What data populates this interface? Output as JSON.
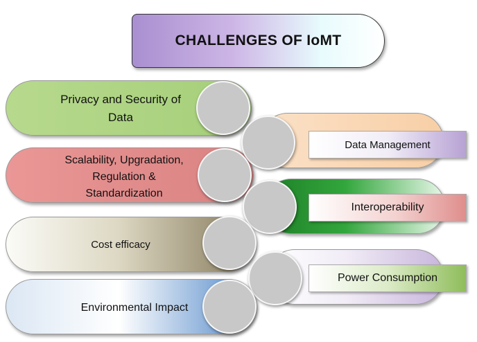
{
  "title": "CHALLENGES OF IoMT",
  "left_items": [
    {
      "lines": [
        "Privacy and Security of",
        "Data"
      ]
    },
    {
      "lines": [
        "Scalability, Upgradation,",
        "Regulation &",
        "Standardization"
      ]
    },
    {
      "lines": [
        "Cost efficacy"
      ]
    },
    {
      "lines": [
        "Environmental Impact"
      ]
    }
  ],
  "right_items": [
    {
      "label": "Data Management"
    },
    {
      "label": "Interoperability"
    },
    {
      "label": "Power Consumption"
    }
  ],
  "colors": {
    "privacy": "#a5cf79",
    "scalability": "#d98282",
    "cost": "#837759",
    "environment": "#4f86c7",
    "data_management": "#f8cfa6",
    "interoperability": "#1d7f26",
    "power": "#c8b6dc",
    "circle": "#c8c8c8"
  }
}
